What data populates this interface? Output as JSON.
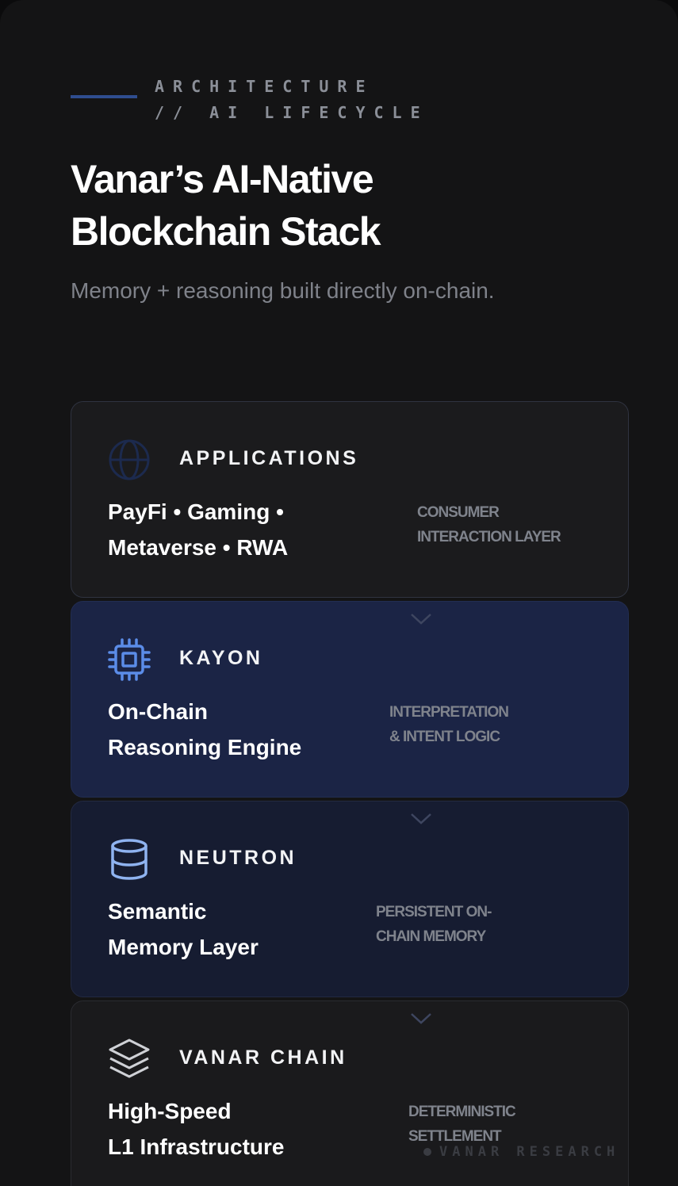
{
  "header": {
    "eyebrow_line1": "ARCHITECTURE",
    "eyebrow_line2": "// AI LIFECYCLE",
    "title_line1": "Vanar’s AI-Native",
    "title_line2": "Blockchain Stack",
    "subtitle": "Memory + reasoning built directly on-chain."
  },
  "layers": [
    {
      "name": "APPLICATIONS",
      "icon": "globe-icon",
      "desc_line1": "PayFi • Gaming •",
      "desc_line2": "Metaverse • RWA",
      "tag_line1": "CONSUMER",
      "tag_line2": "INTERACTION LAYER"
    },
    {
      "name": "KAYON",
      "icon": "cpu-chip-icon",
      "desc_line1": "On-Chain",
      "desc_line2": "Reasoning Engine",
      "tag_line1": "INTERPRETATION",
      "tag_line2": "& INTENT LOGIC"
    },
    {
      "name": "NEUTRON",
      "icon": "database-icon",
      "desc_line1": "Semantic",
      "desc_line2": "Memory Layer",
      "tag_line1": "PERSISTENT ON-",
      "tag_line2": "CHAIN MEMORY"
    },
    {
      "name": "VANAR CHAIN",
      "icon": "layers-icon",
      "desc_line1": "High-Speed",
      "desc_line2": "L1 Infrastructure",
      "tag_line1": "DETERMINISTIC",
      "tag_line2": "SETTLEMENT"
    }
  ],
  "watermark": "VANAR RESEARCH",
  "colors": {
    "background": "#141415",
    "accent_blue": "#2f4d8f",
    "kayon_panel": "#1b2445",
    "neutron_panel": "#161c31",
    "icon_blue": "#5b8ce8"
  }
}
